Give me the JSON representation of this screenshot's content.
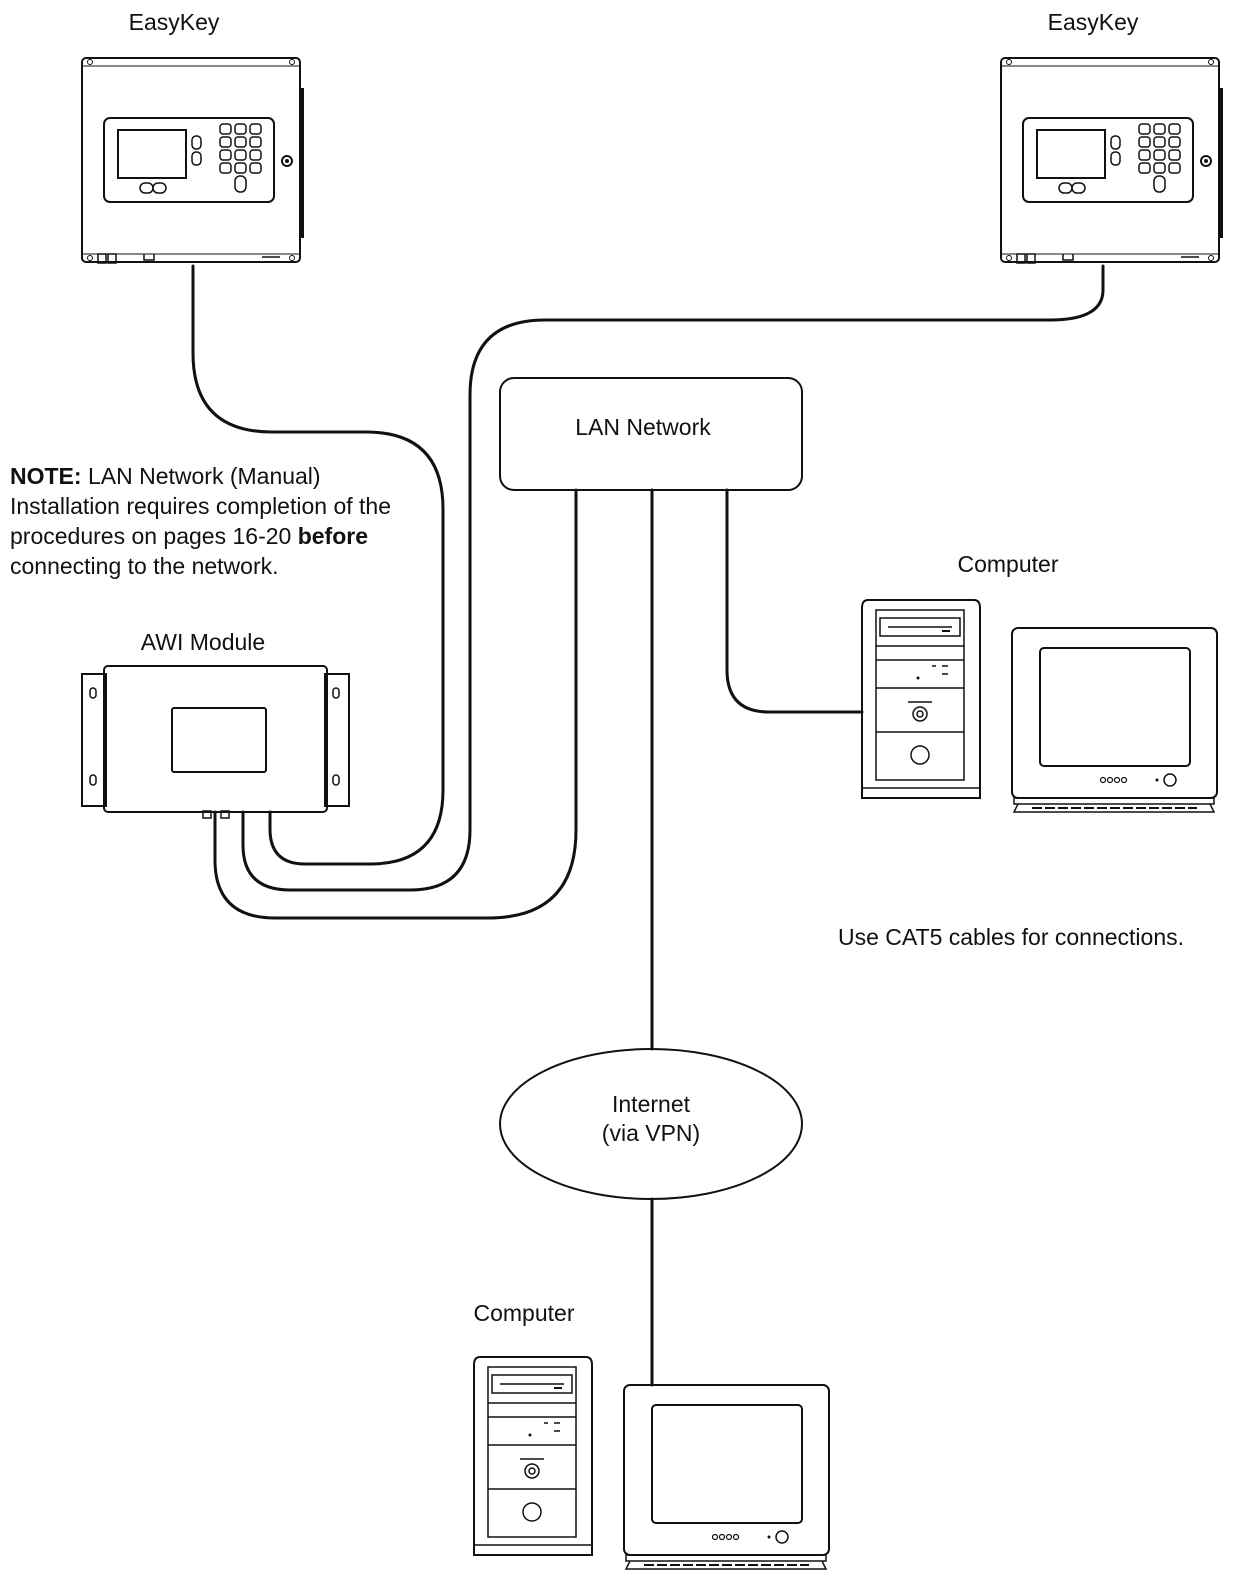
{
  "labels": {
    "easykey_left": "EasyKey",
    "easykey_right": "EasyKey",
    "lan_network": "LAN Network",
    "computer_right": "Computer",
    "awi_module": "AWI Module",
    "internet_line1": "Internet",
    "internet_line2": "(via VPN)",
    "computer_bottom": "Computer"
  },
  "note": {
    "prefix": "NOTE:",
    "text1": "LAN Network (Manual) Installation requires completion of the procedures on pages 16-20",
    "emphasis": "before",
    "text2": "connecting to the network."
  },
  "cable_note": "Use CAT5 cables for connections."
}
